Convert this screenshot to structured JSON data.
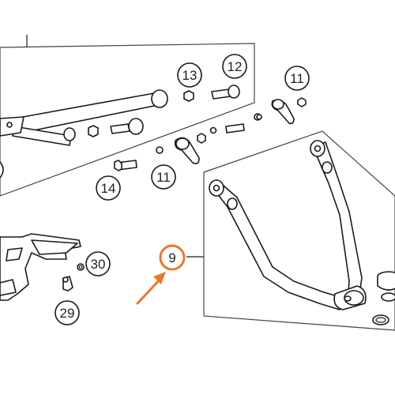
{
  "callouts": {
    "c13": "13",
    "c12": "12",
    "c11a": "11",
    "c11b": "11",
    "c14": "14",
    "c9": "9",
    "c30": "30",
    "c29": "29"
  },
  "colors": {
    "highlight": "#e8782a",
    "line": "#1a1a1a"
  }
}
